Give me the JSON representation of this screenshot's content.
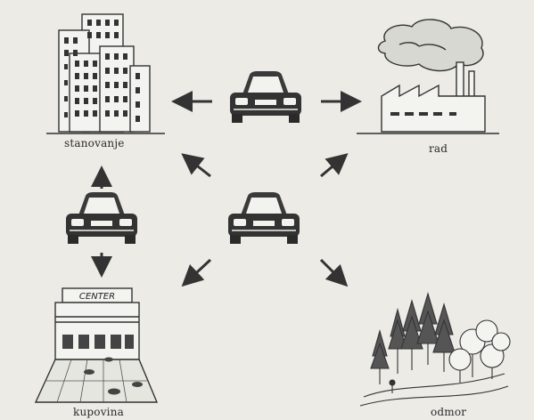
{
  "labels": {
    "housing": "stanovanje",
    "work": "rad",
    "shopping": "kupovina",
    "leisure": "odmor"
  },
  "sign": "CENTER"
}
